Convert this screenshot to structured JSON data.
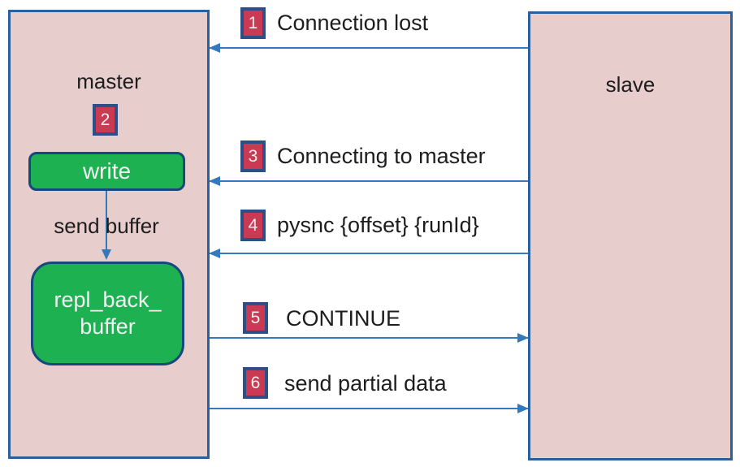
{
  "diagram": {
    "type": "sequence-diagram",
    "nodes": {
      "master": {
        "label": "master"
      },
      "slave": {
        "label": "slave"
      }
    },
    "master_internals": {
      "step_badge": "2",
      "write_label": "write",
      "send_buffer_label": "send buffer",
      "buffer_label": "repl_back_\nbuffer"
    },
    "messages": [
      {
        "num": "1",
        "label": "Connection lost",
        "from": "slave",
        "to": "master"
      },
      {
        "num": "3",
        "label": "Connecting to master",
        "from": "slave",
        "to": "master"
      },
      {
        "num": "4",
        "label": "pysnc {offset} {runId}",
        "from": "slave",
        "to": "master"
      },
      {
        "num": "5",
        "label": "CONTINUE",
        "from": "master",
        "to": "slave"
      },
      {
        "num": "6",
        "label": "send partial data",
        "from": "master",
        "to": "slave"
      }
    ],
    "colors": {
      "node-fill": "#e8cdcd",
      "node-border": "#2b5f9e",
      "green-fill": "#1db152",
      "green-border": "#16477d",
      "badge-fill": "#cb3a53",
      "badge-border": "#2d4f86",
      "arrow": "#3579bd",
      "text": "#1d1d1d",
      "light-text": "#f2f2f2"
    }
  }
}
